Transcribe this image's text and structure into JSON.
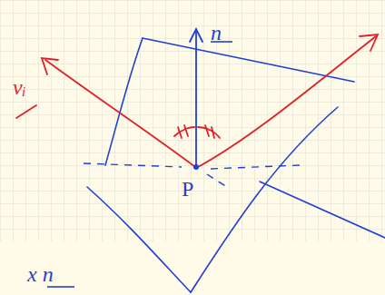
{
  "diagram": {
    "labels": [
      "n",
      "vᵢ",
      "P",
      "x n"
    ]
  }
}
